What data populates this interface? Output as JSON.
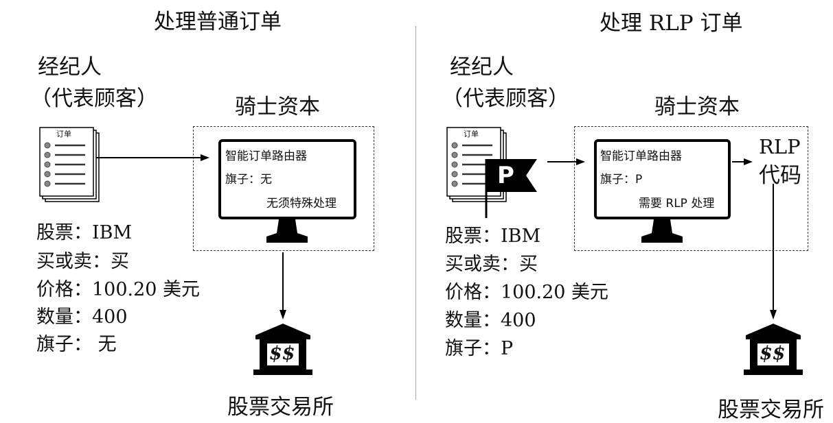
{
  "left": {
    "title": "处理普通订单",
    "broker_line1": "经纪人",
    "broker_line2": "（代表顾客）",
    "doc_label": "订单",
    "company": "骑士资本",
    "router": {
      "name": "智能订单路由器",
      "flag": "旗子：无",
      "note": "无须特殊处理"
    },
    "order_fields": [
      "股票：IBM",
      "买或卖：买",
      "价格：100.20 美元",
      "数量：400",
      "旗子： 无"
    ],
    "exchange": "股票交易所"
  },
  "right": {
    "title": "处理 RLP 订单",
    "broker_line1": "经纪人",
    "broker_line2": "（代表顾客）",
    "doc_label": "订单",
    "flag_letter": "P",
    "company": "骑士资本",
    "router": {
      "name": "智能订单路由器",
      "flag": "旗子：P",
      "note": "需要 RLP 处理"
    },
    "rlp_line1": "RLP",
    "rlp_line2": "代码",
    "order_fields": [
      "股票：IBM",
      "买或卖：买",
      "价格：100.20 美元",
      "数量：400",
      "旗子：P"
    ],
    "exchange": "股票交易所"
  },
  "bank_symbol": "$$",
  "icons": [
    "order-document-icon",
    "monitor-icon",
    "bank-icon",
    "flag-icon"
  ]
}
